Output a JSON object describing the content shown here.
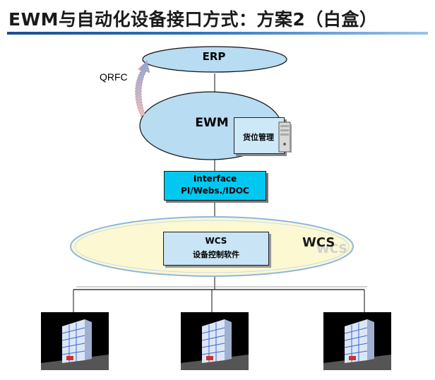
{
  "title": "EWM与自动化设备接口方式：方案2（白盒）",
  "nodes": {
    "erp": "ERP",
    "qrfc": "QRFC",
    "ewm": "EWM",
    "ewm_sub": "货位管理",
    "interface_line1": "Interface",
    "interface_line2": "PI/Webs./IDOC",
    "wcs_line1": "WCS",
    "wcs_line2": "设备控制软件",
    "wcs_zone": "WCS"
  },
  "warehouse_icons": [
    "warehouse-left",
    "warehouse-middle",
    "warehouse-right"
  ],
  "colors": {
    "ellipse_fill": "#b8dcf2",
    "interface_fill": "#00c8f0",
    "wcs_zone_fill": "#fbf8d2",
    "wcs_zone_border": "#8fb6e0",
    "title_rule": "#2e74c0",
    "qrfc_arrow": "#a8b8d8"
  }
}
